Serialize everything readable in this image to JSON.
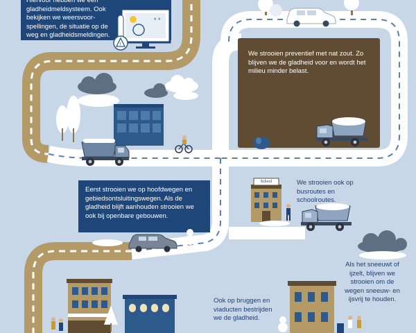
{
  "texts": {
    "intro": "Hiervoor hebben we een gladheidmeldsysteem. Ook bekijken we weersvoor- spellingen, de situatie op de weg en gladheidsmeldingen.",
    "preventive": "We strooien preventief met nat zout. Zo blijven we de gladheid voor en wordt het milieu minder belast.",
    "main_roads": "Eerst strooien we op hoofdwegen en gebiedsontsluitingswegen. Als de gladheid blijft aanhouden strooien we ook bij openbare gebouwen.",
    "bus_routes": "We strooien ook op busroutes en schoolroutes.",
    "bridges": "Ook op bruggen en viaducten bestrijden we de gladheid.",
    "snow": "Als het sneeuwt of ijzelt, blijven we strooien om de wegen sneeuw- en ijsvrij te houden.",
    "school_sign": "School"
  },
  "colors": {
    "background": "#c7d7e8",
    "road": "#ffffff",
    "road_dash": "#5b7fa8",
    "road_edge": "#b39a67",
    "navy": "#1f4679",
    "brown_box": "#5f4c33",
    "building": "#2d5a8a"
  },
  "icons": [
    "monitor-icon",
    "warning-thermometer-icon",
    "salt-truck-icon",
    "car-icon",
    "cyclist-icon",
    "cloud-icon",
    "tree-icon",
    "bus-icon"
  ]
}
